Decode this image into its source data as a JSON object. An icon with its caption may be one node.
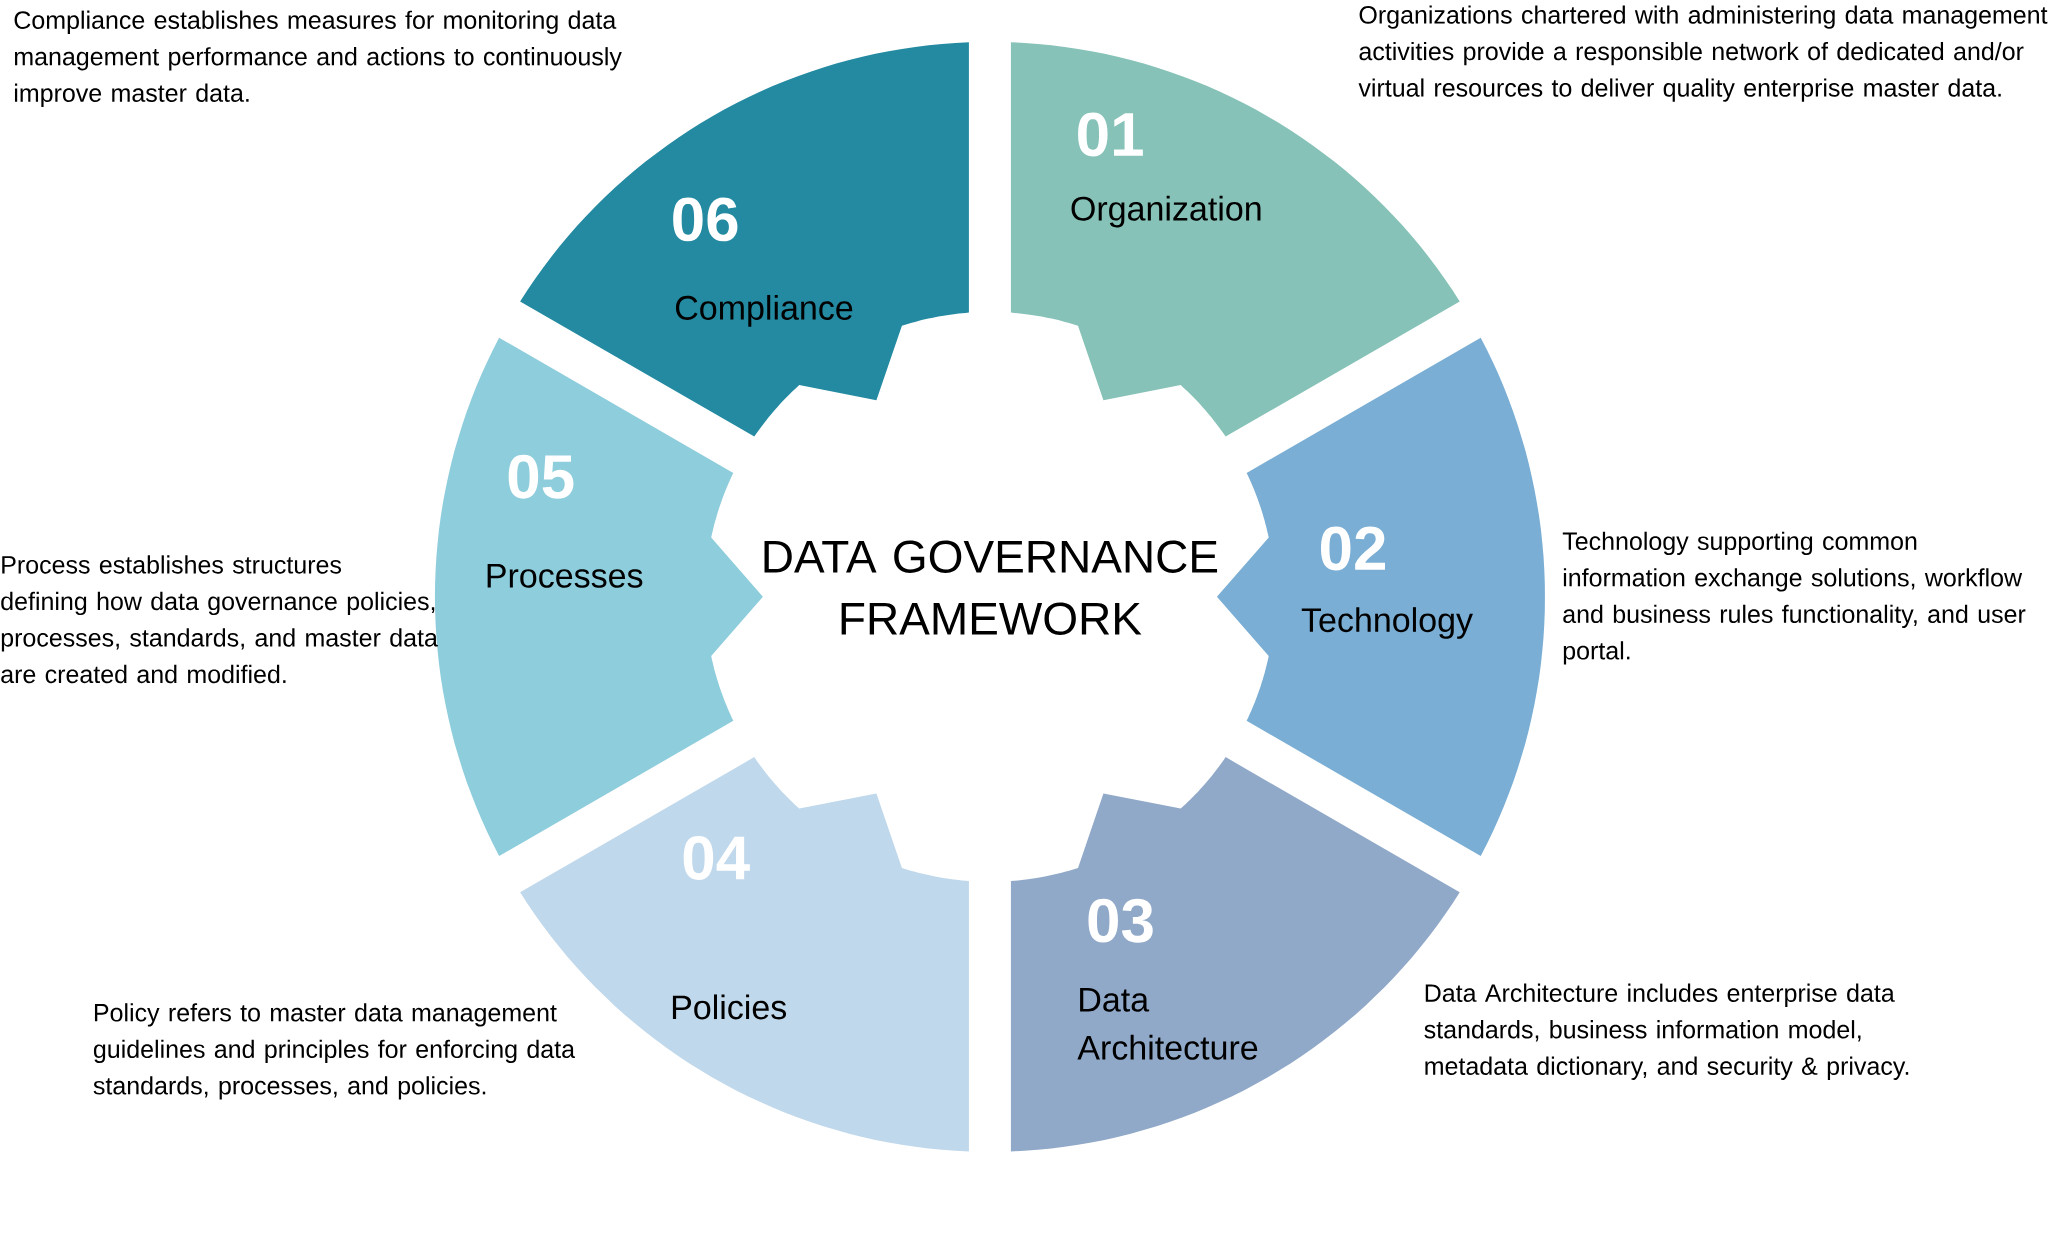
{
  "diagram": {
    "title": "DATA GOVERNANCE FRAMEWORK",
    "nodes": [
      {
        "text": [
          "01",
          "Organization"
        ],
        "beside": [
          "Organizations chartered with administering data management activities provide a responsible network of dedicated and/or virtual resources to deliver quality enterprise master data."
        ]
      },
      {
        "text": [
          "02",
          "Technology"
        ],
        "beside": [
          "Technology supporting common information exchange solutions, workflow and business rules functionality, and user portal."
        ]
      },
      {
        "text": [
          "03",
          "Data Architecture"
        ],
        "beside": [
          "Data Architecture includes enterprise data standards, business information model, metadata dictionary, and security & privacy."
        ]
      },
      {
        "text": [
          "04",
          "Policies"
        ],
        "beside": [
          "Policy refers to master data management guidelines and principles for enforcing data standards, processes, and policies."
        ]
      },
      {
        "text": [
          "05",
          "Processes"
        ],
        "beside": [
          "Process establishes structures defining how data governance policies, processes, standards, and master data are created and modified."
        ]
      },
      {
        "text": [
          "06",
          "Compliance"
        ],
        "beside": [
          "Compliance establishes measures for monitoring data management performance and actions to continuously improve master data."
        ]
      }
    ]
  }
}
